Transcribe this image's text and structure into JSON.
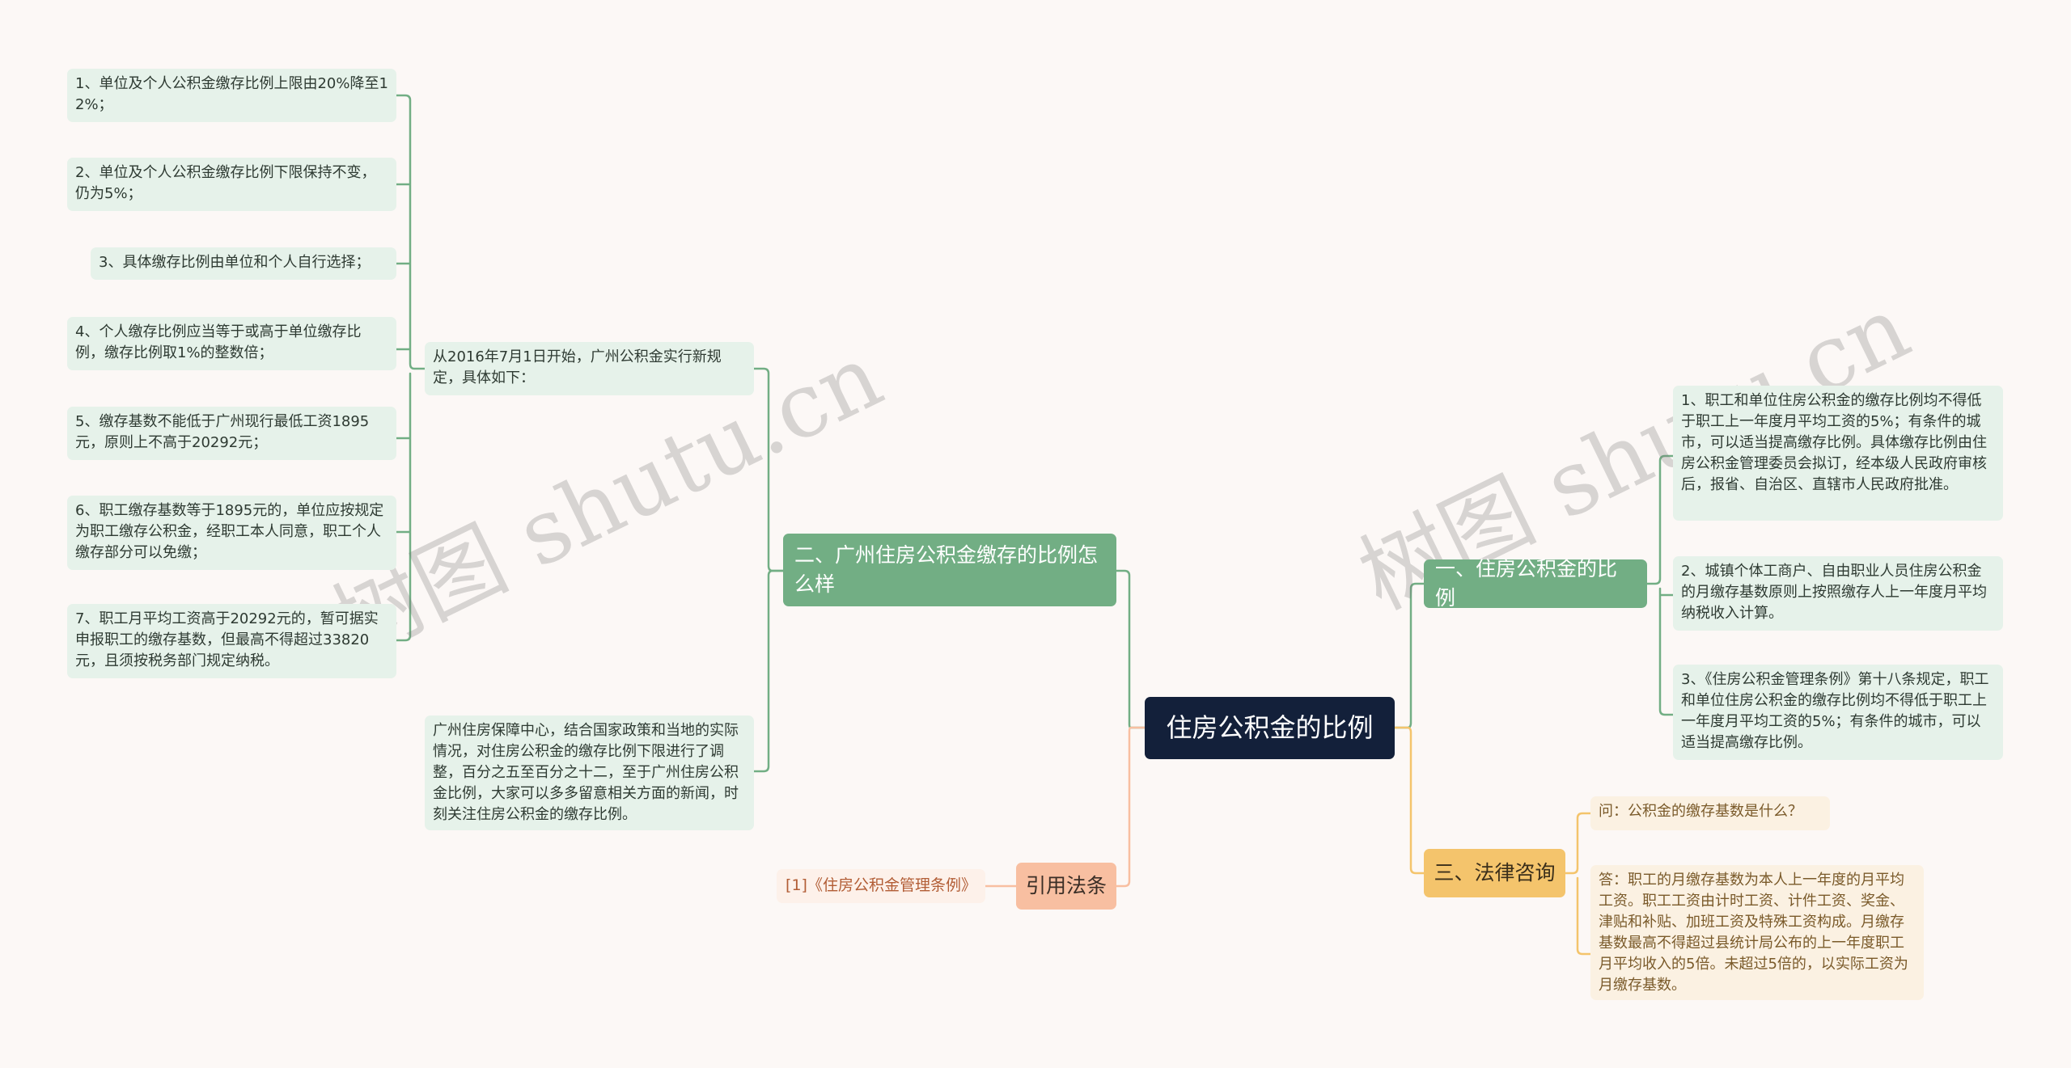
{
  "root": {
    "label": "住房公积金的比例"
  },
  "left_main": {
    "label": "二、广州住房公积金缴存的比例怎么样",
    "intro": "从2016年7月1日开始，广州公积金实行新规定，具体如下：",
    "items": [
      "1、单位及个人公积金缴存比例上限由20%降至12%；",
      "2、单位及个人公积金缴存比例下限保持不变，仍为5%；",
      "3、具体缴存比例由单位和个人自行选择；",
      "4、个人缴存比例应当等于或高于单位缴存比例，缴存比例取1%的整数倍；",
      "5、缴存基数不能低于广州现行最低工资1895元，原则上不高于20292元；",
      "6、职工缴存基数等于1895元的，单位应按规定为职工缴存公积金，经职工本人同意，职工个人缴存部分可以免缴；",
      "7、职工月平均工资高于20292元的，暂可据实申报职工的缴存基数，但最高不得超过33820元，且须按税务部门规定纳税。"
    ],
    "note": "广州住房保障中心，结合国家政策和当地的实际情况，对住房公积金的缴存比例下限进行了调整，百分之五至百分之十二，至于广州住房公积金比例，大家可以多多留意相关方面的新闻，时刻关注住房公积金的缴存比例。"
  },
  "reference": {
    "label": "引用法条",
    "item": "[1]《住房公积金管理条例》"
  },
  "right_ratio": {
    "label": "一、住房公积金的比例",
    "items": [
      "1、职工和单位住房公积金的缴存比例均不得低于职工上一年度月平均工资的5%；有条件的城市，可以适当提高缴存比例。具体缴存比例由住房公积金管理委员会拟订，经本级人民政府审核后，报省、自治区、直辖市人民政府批准。",
      "2、城镇个体工商户、自由职业人员住房公积金的月缴存基数原则上按照缴存人上一年度月平均纳税收入计算。",
      "3、《住房公积金管理条例》第十八条规定，职工和单位住房公积金的缴存比例均不得低于职工上一年度月平均工资的5%；有条件的城市，可以适当提高缴存比例。"
    ]
  },
  "right_consult": {
    "label": "三、法律咨询",
    "question": "问：公积金的缴存基数是什么？",
    "answer": "答：职工的月缴存基数为本人上一年度的月平均工资。职工工资由计时工资、计件工资、奖金、津贴和补贴、加班工资及特殊工资构成。月缴存基数最高不得超过县统计局公布的上一年度职工月平均收入的5倍。未超过5倍的，以实际工资为月缴存基数。"
  },
  "watermarks": [
    "树图 shutu.cn",
    "树图 shutu.cn"
  ],
  "colors": {
    "background": "#fcf8f6",
    "root": "#13203a",
    "green": "#72ae84",
    "yellow": "#f4c46c",
    "pink": "#f8bfa1",
    "green_leaf": "#e6f2ea",
    "cream_leaf": "#fbf1e2"
  }
}
